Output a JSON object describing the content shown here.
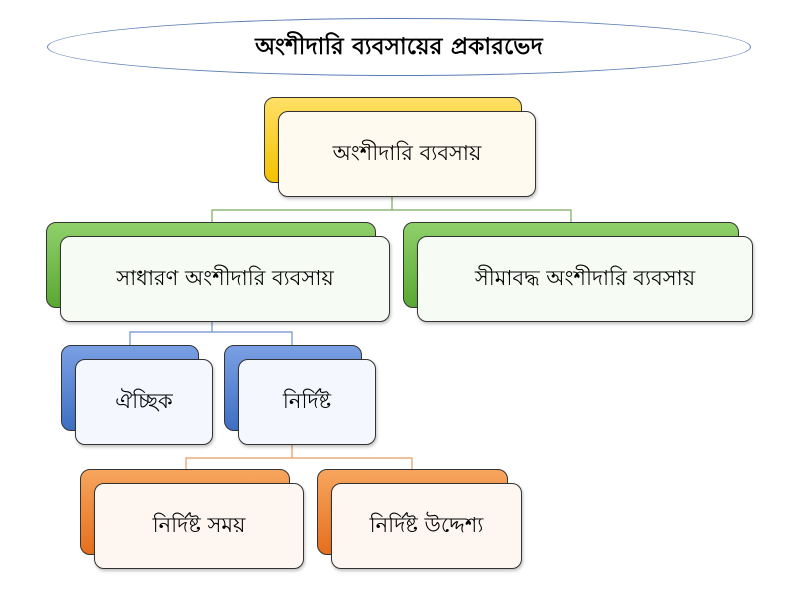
{
  "title": "অংশীদারি ব্যবসায়ের প্রকারভেদ",
  "nodes": {
    "root": "অংশীদারি ব্যবসায়",
    "general": "সাধারণ অংশীদারি ব্যবসায়",
    "limited": "সীমাবদ্ধ অংশীদারি ব্যবসায়",
    "voluntary": "ঐচ্ছিক",
    "specific": "নির্দিষ্ট",
    "specific_time": "নির্দিষ্ট সময়",
    "specific_purpose": "নির্দিষ্ট উদ্দেশ্য"
  },
  "colors": {
    "root": "#f2c200",
    "level1": "#5aa833",
    "level2": "#3f6fc2",
    "level3": "#e56f1e",
    "title_border": "#5b7db3"
  }
}
